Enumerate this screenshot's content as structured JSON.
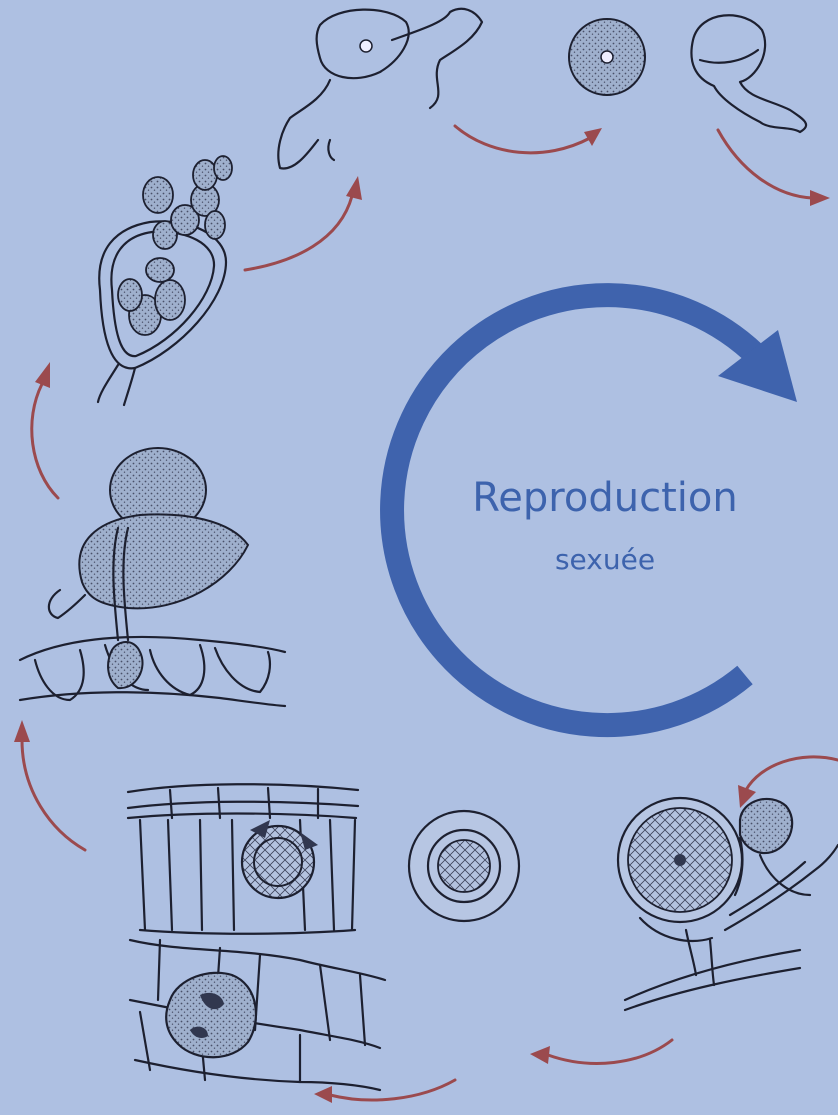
{
  "diagram": {
    "title": "Reproduction",
    "subtitle": "sexuée"
  },
  "colors": {
    "background": "#aec0e2",
    "cycle_arrow": "#3f63ad",
    "step_arrows": "#9b4a4e",
    "ink": "#1d2030",
    "text": "#3d63ad"
  },
  "stages": [
    {
      "icon": "zoospore-release-drawing"
    },
    {
      "icon": "encysted-spore-drawing"
    },
    {
      "icon": "germinating-cyst-drawing"
    },
    {
      "icon": "oogonium-antheridium-drawing"
    },
    {
      "icon": "oospore-drawing"
    },
    {
      "icon": "leaf-tissue-section-drawing"
    },
    {
      "icon": "sporangium-on-host-drawing"
    },
    {
      "icon": "sporangium-with-zoospores-drawing"
    }
  ]
}
